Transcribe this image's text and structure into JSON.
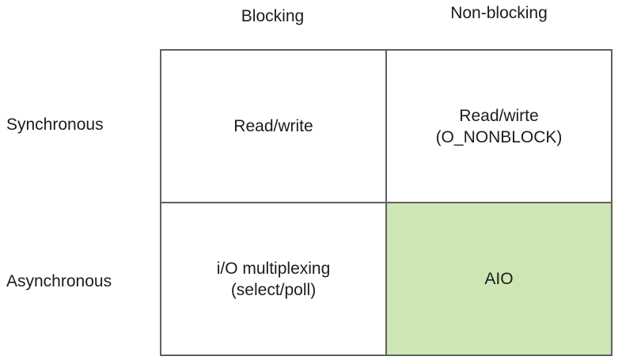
{
  "matrix": {
    "columns": [
      {
        "label": "Blocking"
      },
      {
        "label": "Non-blocking"
      }
    ],
    "rows": [
      {
        "label": "Synchronous"
      },
      {
        "label": "Asynchronous"
      }
    ],
    "cells": {
      "sync_blocking": {
        "line1": "Read/write",
        "line2": ""
      },
      "sync_nonblocking": {
        "line1": "Read/wirte",
        "line2": "(O_NONBLOCK)"
      },
      "async_blocking": {
        "line1": "i/O multiplexing",
        "line2": "(select/poll)"
      },
      "async_nonblocking": {
        "line1": "AIO",
        "line2": ""
      }
    },
    "colors": {
      "highlight_cell": "#cde7b4",
      "border": "#606060",
      "text": "#1c1c1c",
      "background": "#ffffff"
    }
  }
}
